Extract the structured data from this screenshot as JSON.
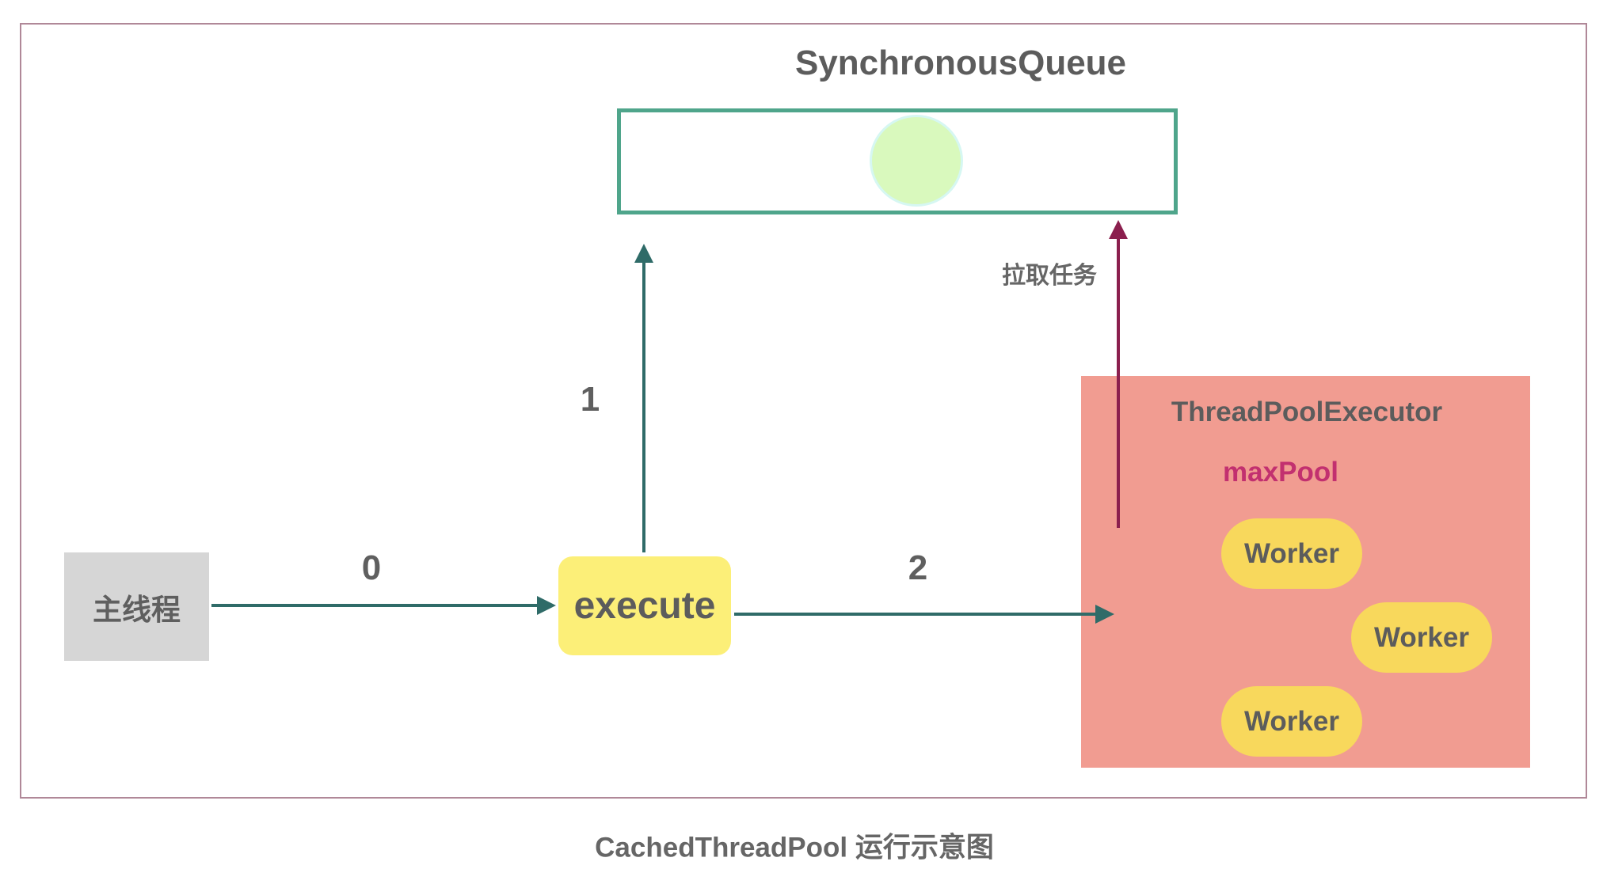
{
  "diagram": {
    "caption": "CachedThreadPool 运行示意图",
    "queue": {
      "title": "SynchronousQueue",
      "slot_count": 1
    },
    "main_thread": {
      "label": "主线程"
    },
    "execute": {
      "label": "execute"
    },
    "steps": [
      {
        "label": "0",
        "from": "main_thread",
        "to": "execute"
      },
      {
        "label": "1",
        "from": "execute",
        "to": "queue"
      },
      {
        "label": "2",
        "from": "execute",
        "to": "thread_pool"
      }
    ],
    "pull": {
      "label": "拉取任务",
      "from": "thread_pool",
      "to": "queue"
    },
    "thread_pool": {
      "title": "ThreadPoolExecutor",
      "subtitle": "maxPool",
      "workers": [
        "Worker",
        "Worker",
        "Worker"
      ]
    },
    "colors": {
      "frame": "#b08898",
      "queue_border": "#4fa58b",
      "queue_slot": "#d9f9bd",
      "arrow": "#2f6b68",
      "pull_arrow": "#8b1f4e",
      "pool_bg": "#f19c91",
      "worker": "#f8d85c",
      "execute": "#fcef78",
      "main_thread": "#d6d6d6",
      "max_pool_text": "#c2306f"
    }
  }
}
